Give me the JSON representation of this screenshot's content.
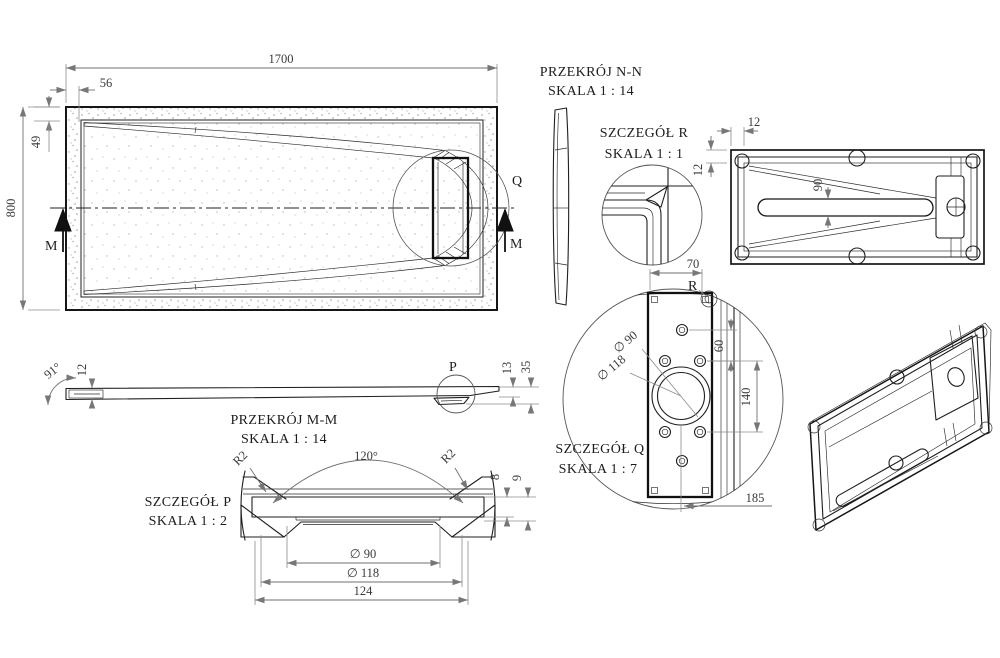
{
  "drawing": {
    "plan": {
      "dim_width": "1700",
      "dim_56": "56",
      "dim_49": "49",
      "dim_height": "800",
      "label_m_left": "M",
      "label_m_right": "M",
      "label_q": "Q"
    },
    "section_nn": {
      "title": "PRZEKRÓJ N-N",
      "scale": "SKALA 1 : 14"
    },
    "detail_r": {
      "title": "SZCZEGÓŁ R",
      "scale": "SKALA 1 : 1"
    },
    "bottom_view": {
      "dim_12_top": "12",
      "dim_12_left": "12",
      "dim_90": "90"
    },
    "section_mm": {
      "title": "PRZEKRÓJ M-M",
      "scale": "SKALA 1 : 14",
      "dim_angle": "91°",
      "dim_12": "12",
      "dim_13": "13",
      "dim_35": "35",
      "label_p": "P"
    },
    "detail_p": {
      "title": "SZCZEGÓŁ P",
      "scale": "SKALA 1 : 2",
      "dim_r2_left": "R2",
      "dim_angle": "120°",
      "dim_r2_right": "R2",
      "dim_8": "8",
      "dim_9": "9",
      "dim_d90": "∅ 90",
      "dim_d118": "∅ 118",
      "dim_124": "124"
    },
    "detail_q": {
      "title": "SZCZEGÓŁ Q",
      "scale": "SKALA 1 : 7",
      "dim_70": "70",
      "label_r": "R",
      "dim_d90": "∅ 90",
      "dim_d118": "∅ 118",
      "dim_60": "60",
      "dim_140": "140",
      "dim_185": "185"
    }
  }
}
